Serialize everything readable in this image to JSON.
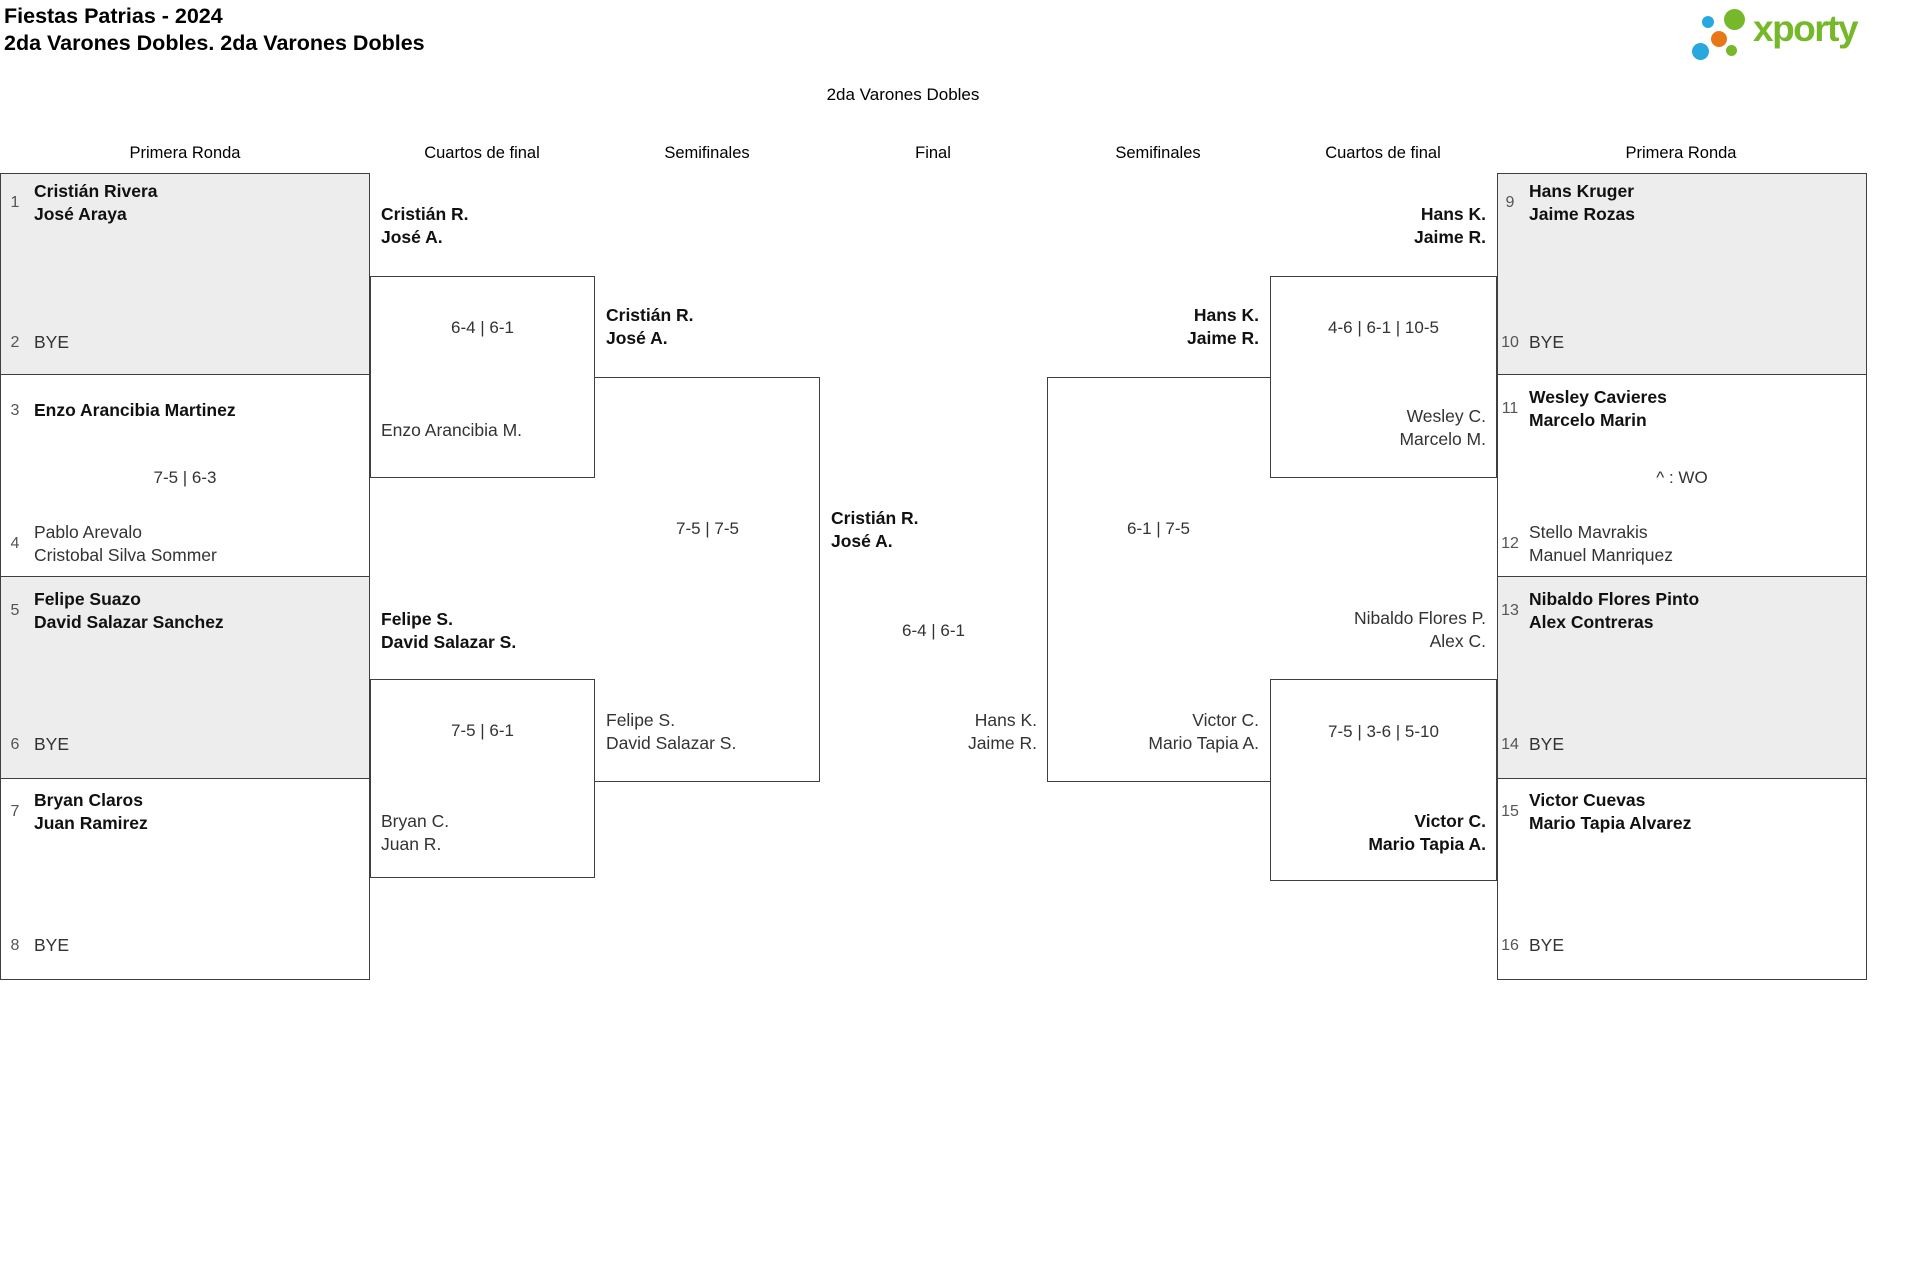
{
  "page": {
    "title": "Fiestas Patrias - 2024",
    "subtitle": "2da Varones Dobles. 2da Varones Dobles"
  },
  "logo": {
    "text": "xporty"
  },
  "colors": {
    "green": "#76b82a",
    "blue": "#29a8e0",
    "orange": "#e87817",
    "line": "#3f3f3f",
    "shade": "#ededed"
  },
  "bracket": {
    "title": "2da Varones Dobles",
    "rounds": {
      "r1": "Primera Ronda",
      "qf": "Cuartos de final",
      "sf": "Semifinales",
      "f": "Final"
    },
    "entries": [
      {
        "seed": "1",
        "line1": "Cristián Rivera",
        "line2": "José Araya"
      },
      {
        "seed": "2",
        "line1": "BYE",
        "line2": ""
      },
      {
        "seed": "3",
        "line1": "Enzo Arancibia Martinez",
        "line2": ""
      },
      {
        "seed": "4",
        "line1": "Pablo Arevalo",
        "line2": "Cristobal Silva Sommer"
      },
      {
        "seed": "5",
        "line1": "Felipe Suazo",
        "line2": "David Salazar Sanchez"
      },
      {
        "seed": "6",
        "line1": "BYE",
        "line2": ""
      },
      {
        "seed": "7",
        "line1": "Bryan Claros",
        "line2": "Juan Ramirez"
      },
      {
        "seed": "8",
        "line1": "BYE",
        "line2": ""
      },
      {
        "seed": "9",
        "line1": "Hans Kruger",
        "line2": "Jaime Rozas"
      },
      {
        "seed": "10",
        "line1": "BYE",
        "line2": ""
      },
      {
        "seed": "11",
        "line1": "Wesley Cavieres",
        "line2": "Marcelo Marin"
      },
      {
        "seed": "12",
        "line1": "Stello Mavrakis",
        "line2": "Manuel Manriquez"
      },
      {
        "seed": "13",
        "line1": "Nibaldo Flores Pinto",
        "line2": "Alex Contreras"
      },
      {
        "seed": "14",
        "line1": "BYE",
        "line2": ""
      },
      {
        "seed": "15",
        "line1": "Victor Cuevas",
        "line2": "Mario Tapia Alvarez"
      },
      {
        "seed": "16",
        "line1": "BYE",
        "line2": ""
      }
    ],
    "r1_scores": {
      "left": "7-5 | 6-3",
      "right": "^ : WO"
    },
    "qf1": {
      "w1": "Cristián R.",
      "w2": "José A.",
      "score": "6-4 | 6-1",
      "l1": "Enzo Arancibia M.",
      "l2": ""
    },
    "qf2": {
      "w1": "Felipe S.",
      "w2": "David Salazar S.",
      "score": "7-5 | 6-1",
      "l1": "Bryan C.",
      "l2": "Juan R."
    },
    "qf3": {
      "w1": "Hans K.",
      "w2": "Jaime R.",
      "score": "4-6 | 6-1 | 10-5",
      "l1": "Wesley C.",
      "l2": "Marcelo M."
    },
    "qf4": {
      "w1": "Victor C.",
      "w2": "Mario Tapia A.",
      "score": "7-5 | 3-6 | 5-10",
      "l1": "Nibaldo Flores P.",
      "l2": "Alex C."
    },
    "sf1": {
      "w1": "Cristián R.",
      "w2": "José A.",
      "score": "7-5 | 7-5",
      "l1": "Felipe S.",
      "l2": "David Salazar S."
    },
    "sf2": {
      "w1": "Hans K.",
      "w2": "Jaime R.",
      "score": "6-1 | 7-5",
      "l1": "Victor C.",
      "l2": "Mario Tapia A."
    },
    "final": {
      "w1": "Cristián R.",
      "w2": "José A.",
      "score": "6-4 | 6-1",
      "l1": "Hans K.",
      "l2": "Jaime R."
    }
  }
}
